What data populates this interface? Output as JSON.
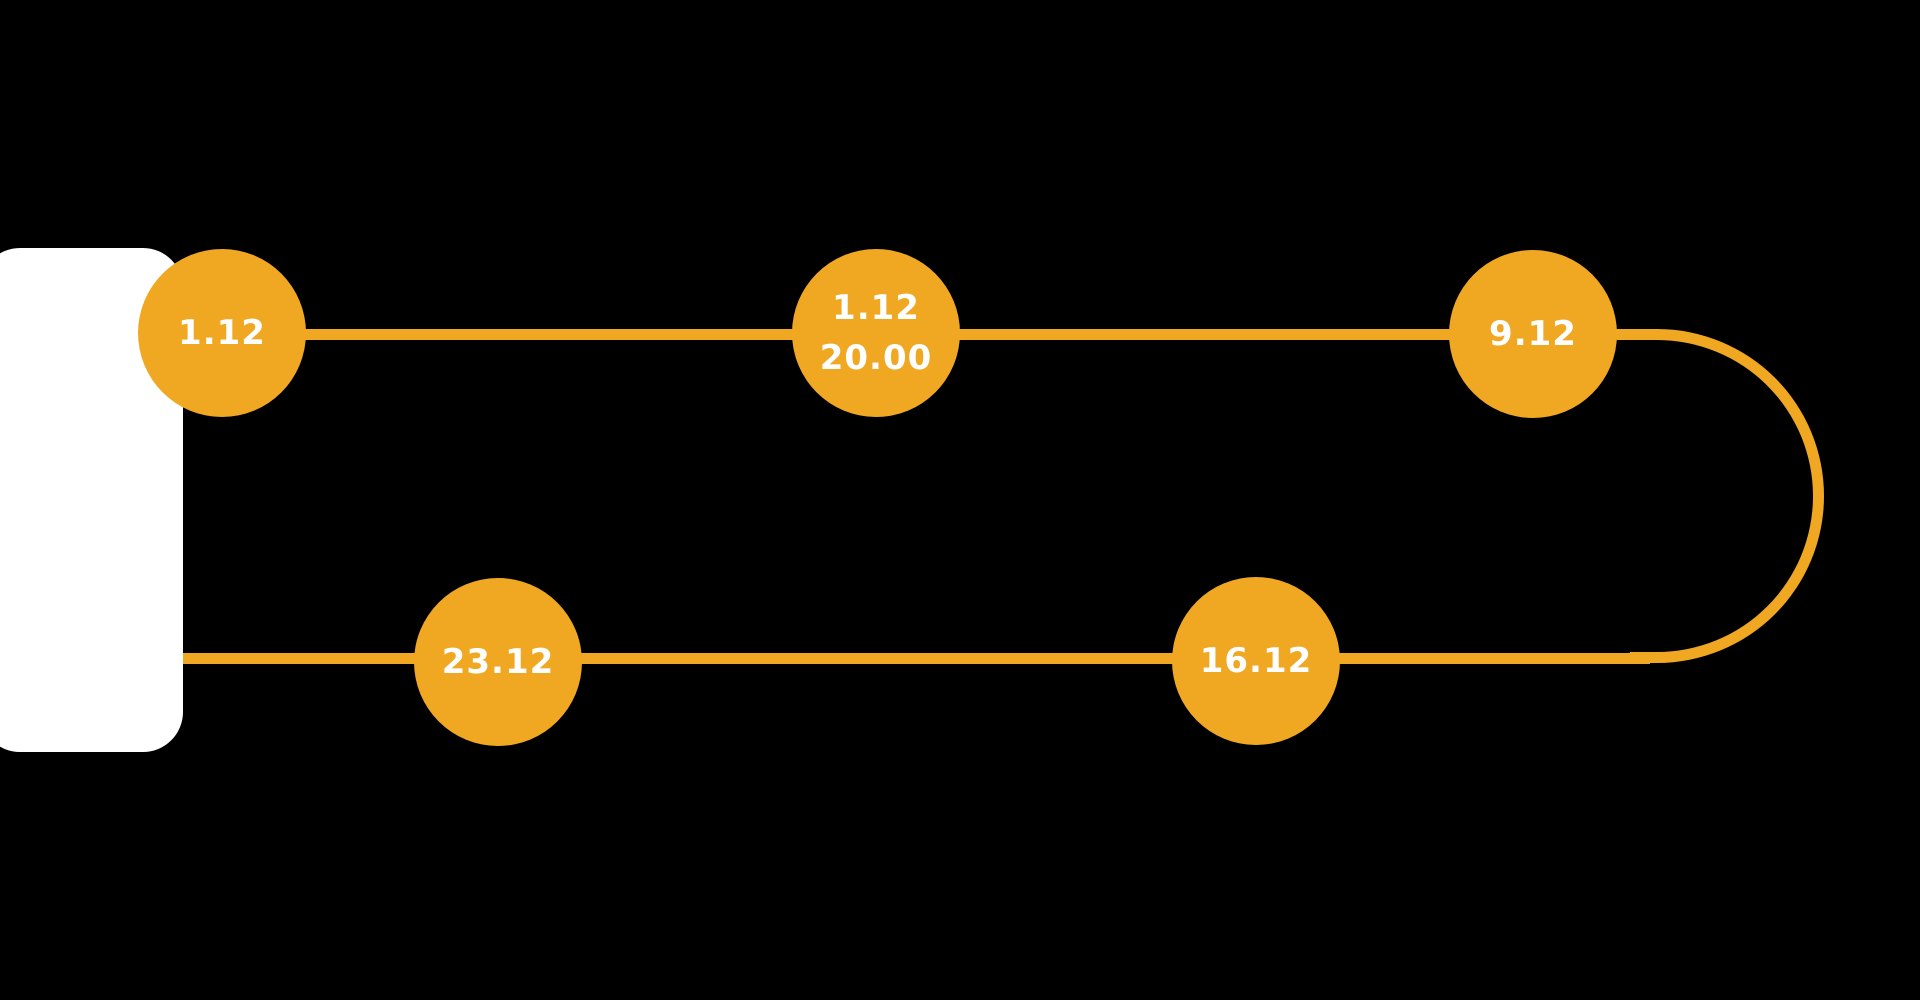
{
  "colors": {
    "background": "#000000",
    "accent": "#F0A822",
    "card": "#FFFFFF",
    "node_text": "#FFFFFF"
  },
  "timeline": {
    "milestones": [
      {
        "date": "1.12"
      },
      {
        "date": "1.12",
        "time": "20.00"
      },
      {
        "date": "9.12"
      },
      {
        "date": "16.12"
      },
      {
        "date": "23.12"
      }
    ]
  }
}
